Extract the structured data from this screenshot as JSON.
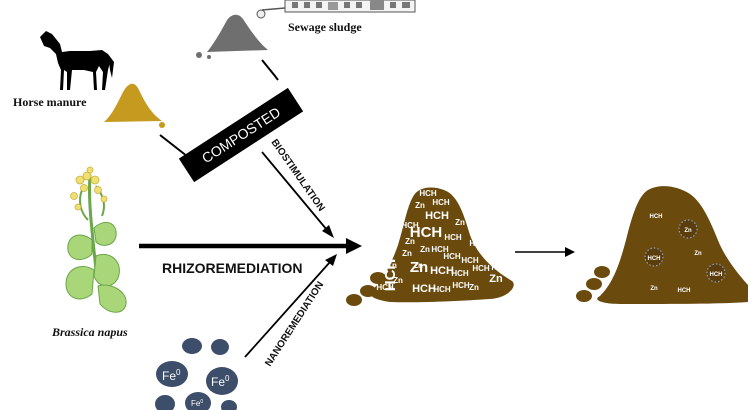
{
  "labels": {
    "horse_manure": "Horse manure",
    "sewage_sludge": "Sewage sludge",
    "composted": "COMPOSTED",
    "biostimulation": "BIOSTIMULATION",
    "rhizoremediation": "RHIZOREMEDIATION",
    "nanoremediation": "NANOREMEDIATION",
    "brassica_napus": "Brassica napus"
  },
  "nano_particles": {
    "large": "Fe",
    "small": "Fe",
    "superscript": "0"
  },
  "contaminated_soil": {
    "words": [
      {
        "text": "HCH",
        "size": "small"
      },
      {
        "text": "HCH",
        "size": "small"
      },
      {
        "text": "Zn",
        "size": "small"
      },
      {
        "text": "HCH",
        "size": "medium"
      },
      {
        "text": "HCH",
        "size": "large"
      },
      {
        "text": "Zn",
        "size": "small"
      },
      {
        "text": "HCH",
        "size": "small"
      },
      {
        "text": "Zn",
        "size": "small"
      },
      {
        "text": "HCH",
        "size": "small"
      },
      {
        "text": "Zn",
        "size": "small"
      },
      {
        "text": "HCH",
        "size": "small"
      },
      {
        "text": "Zn",
        "size": "small"
      },
      {
        "text": "HCH",
        "size": "medium"
      },
      {
        "text": "HCH",
        "size": "small"
      },
      {
        "text": "Zn",
        "size": "large"
      },
      {
        "text": "HCH",
        "size": "small"
      },
      {
        "text": "Zn",
        "size": "small"
      },
      {
        "text": "HCH",
        "size": "small"
      },
      {
        "text": "HCH",
        "size": "medium"
      },
      {
        "text": "Zn",
        "size": "medium"
      },
      {
        "text": "HCH",
        "size": "small"
      },
      {
        "text": "HCH",
        "size": "small"
      },
      {
        "text": "Zn",
        "size": "small"
      },
      {
        "text": "HCH",
        "size": "large"
      },
      {
        "text": "HCH",
        "size": "small"
      },
      {
        "text": "Zn",
        "size": "small"
      },
      {
        "text": "HCH",
        "size": "small"
      },
      {
        "text": "Zn",
        "size": "small"
      },
      {
        "text": "HCH",
        "size": "small"
      },
      {
        "text": "HCH",
        "size": "small"
      }
    ]
  },
  "remediated_soil": {
    "words": [
      {
        "text": "HCH"
      },
      {
        "text": "Zn"
      },
      {
        "text": "HCH"
      },
      {
        "text": "Zn"
      },
      {
        "text": "HCH"
      },
      {
        "text": "Zn"
      },
      {
        "text": "HCH"
      }
    ]
  },
  "colors": {
    "soil": "#6b4a0e",
    "manure": "#c69a1e",
    "sludge": "#6f6f6f",
    "nano": "#3d4e6a",
    "plant": "#a8d678",
    "flower": "#f0e070"
  }
}
